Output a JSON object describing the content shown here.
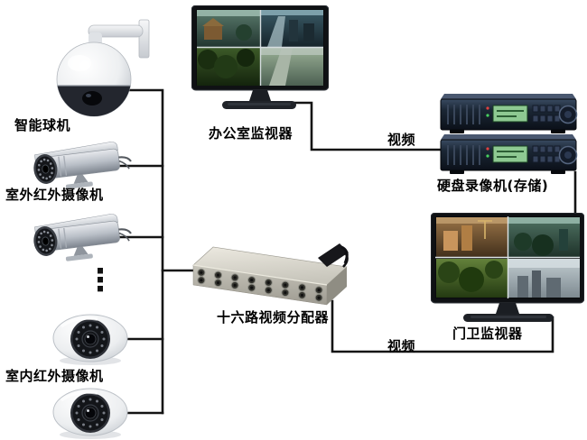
{
  "diagram": {
    "background_color": "#ffffff",
    "wire_color": "#141414",
    "label_color": "#000000",
    "nodes": {
      "ptz_camera": {
        "label": "智能球机",
        "icon": "ptz-dome-camera"
      },
      "outdoor_ir_camera": {
        "label": "室外红外摄像机",
        "icon": "bullet-camera"
      },
      "indoor_ir_camera": {
        "label": "室内红外摄像机",
        "icon": "indoor-dome-camera"
      },
      "office_monitor": {
        "label": "办公室监视器",
        "icon": "cctv-monitor"
      },
      "video_distributor": {
        "label": "十六路视频分配器",
        "icon": "video-distributor-box"
      },
      "dvr": {
        "label": "硬盘录像机(存储)",
        "icon": "dvr-rack-unit"
      },
      "gate_monitor": {
        "label": "门卫监视器",
        "icon": "cctv-monitor"
      }
    },
    "links": {
      "dvr_to_office_monitor": {
        "label": "视频"
      },
      "distributor_to_gate_monitor": {
        "label": "视频"
      }
    },
    "more_cameras_marker": "⋮",
    "colors": {
      "dvr_body": "#16202e",
      "dvr_lcd": "#8ec992",
      "distributor_body": "#d6d4ca",
      "monitor_bezel": "#0f1114"
    }
  }
}
